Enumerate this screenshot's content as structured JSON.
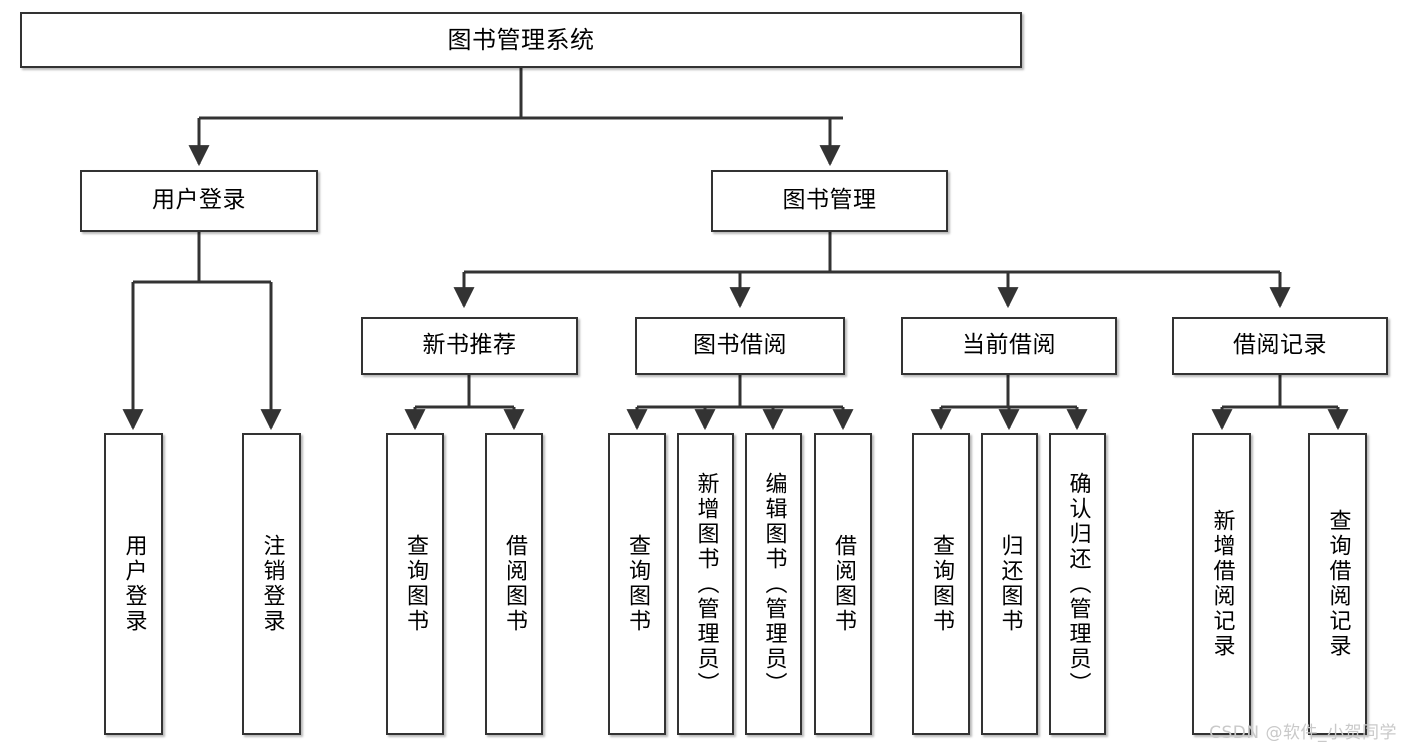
{
  "diagram": {
    "title": "图书管理系统",
    "type": "tree",
    "orientation": "top-down",
    "line_color": "#333333",
    "box_fill": "#ffffff",
    "text_color": "#000000",
    "watermark": "CSDN @软件_小贺同学",
    "levels": {
      "root": [
        "图书管理系统"
      ],
      "level2": [
        "用户登录",
        "图书管理"
      ],
      "level3": [
        "新书推荐",
        "图书借阅",
        "当前借阅",
        "借阅记录"
      ],
      "leaves": [
        "用户登录",
        "注销登录",
        "查询图书",
        "借阅图书",
        "查询图书",
        "新增图书（管理员）",
        "编辑图书（管理员）",
        "借阅图书",
        "查询图书",
        "归还图书",
        "确认归还（管理员）",
        "新增借阅记录",
        "查询借阅记录"
      ]
    },
    "nodes": {
      "root": {
        "label": "图书管理系统"
      },
      "user_login": {
        "label": "用户登录"
      },
      "book_manage": {
        "label": "图书管理"
      },
      "new_book_rec": {
        "label": "新书推荐"
      },
      "book_borrow": {
        "label": "图书借阅"
      },
      "current_borrow": {
        "label": "当前借阅"
      },
      "borrow_record": {
        "label": "借阅记录"
      },
      "leaf_user_login": {
        "label": "用户登录"
      },
      "leaf_logout": {
        "label": "注销登录"
      },
      "leaf_query_book_1": {
        "label": "查询图书"
      },
      "leaf_borrow_book_1": {
        "label": "借阅图书"
      },
      "leaf_query_book_2": {
        "label": "查询图书"
      },
      "leaf_add_book": {
        "label": "新增图书（管理员）"
      },
      "leaf_edit_book": {
        "label": "编辑图书（管理员）"
      },
      "leaf_borrow_book_2": {
        "label": "借阅图书"
      },
      "leaf_query_book_3": {
        "label": "查询图书"
      },
      "leaf_return_book": {
        "label": "归还图书"
      },
      "leaf_confirm_return": {
        "label": "确认归还（管理员）"
      },
      "leaf_add_record": {
        "label": "新增借阅记录"
      },
      "leaf_query_record": {
        "label": "查询借阅记录"
      }
    },
    "edges": [
      {
        "from": "root",
        "to": "user_login"
      },
      {
        "from": "root",
        "to": "book_manage"
      },
      {
        "from": "user_login",
        "to": "leaf_user_login"
      },
      {
        "from": "user_login",
        "to": "leaf_logout"
      },
      {
        "from": "book_manage",
        "to": "new_book_rec"
      },
      {
        "from": "book_manage",
        "to": "book_borrow"
      },
      {
        "from": "book_manage",
        "to": "current_borrow"
      },
      {
        "from": "book_manage",
        "to": "borrow_record"
      },
      {
        "from": "new_book_rec",
        "to": "leaf_query_book_1"
      },
      {
        "from": "new_book_rec",
        "to": "leaf_borrow_book_1"
      },
      {
        "from": "book_borrow",
        "to": "leaf_query_book_2"
      },
      {
        "from": "book_borrow",
        "to": "leaf_add_book"
      },
      {
        "from": "book_borrow",
        "to": "leaf_edit_book"
      },
      {
        "from": "book_borrow",
        "to": "leaf_borrow_book_2"
      },
      {
        "from": "current_borrow",
        "to": "leaf_query_book_3"
      },
      {
        "from": "current_borrow",
        "to": "leaf_return_book"
      },
      {
        "from": "current_borrow",
        "to": "leaf_confirm_return"
      },
      {
        "from": "borrow_record",
        "to": "leaf_add_record"
      },
      {
        "from": "borrow_record",
        "to": "leaf_query_record"
      }
    ]
  }
}
